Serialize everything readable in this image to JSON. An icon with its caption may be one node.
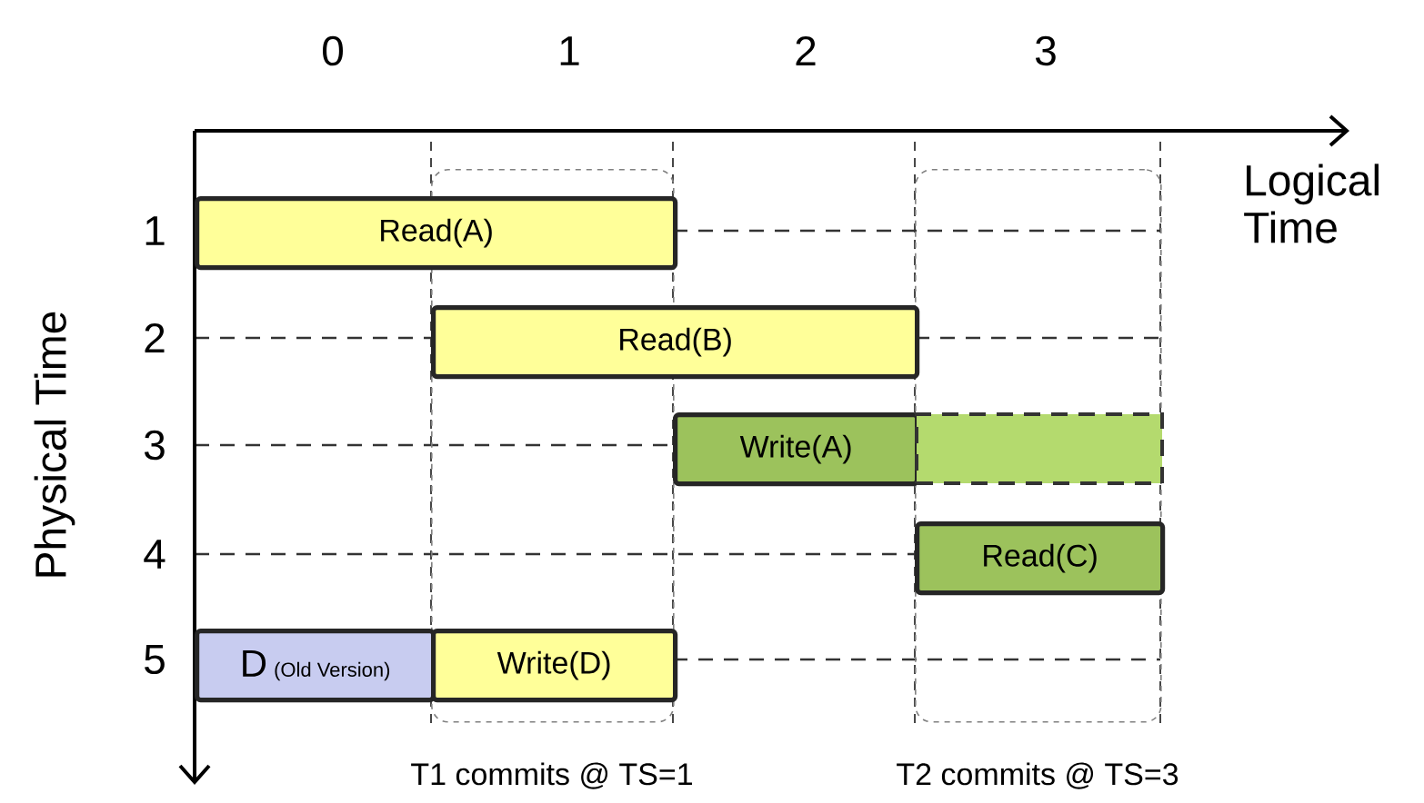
{
  "diagram": {
    "nodes": [
      {
        "text": [
          "T1 commits @ TS=1"
        ]
      },
      {
        "text": [
          "T2 commits @ TS=3"
        ]
      },
      {
        "text": [
          "Read(A)"
        ]
      },
      {
        "text": [
          "Read(B)"
        ]
      },
      {
        "text": [
          "Write(A)"
        ]
      },
      {
        "text": [],
        "shape": "bar",
        "in": 1
      },
      {
        "text": [
          "Read(C)"
        ],
        "in": 1
      },
      {
        "text": [
          "D",
          "(Old Version)"
        ]
      },
      {
        "text": [
          "Write(D)"
        ],
        "in": 0
      }
    ],
    "labels": [
      "0",
      "1",
      "2",
      "3",
      "Logical Time",
      "1",
      "2",
      "3",
      "4",
      "5",
      "Physical Time"
    ]
  }
}
